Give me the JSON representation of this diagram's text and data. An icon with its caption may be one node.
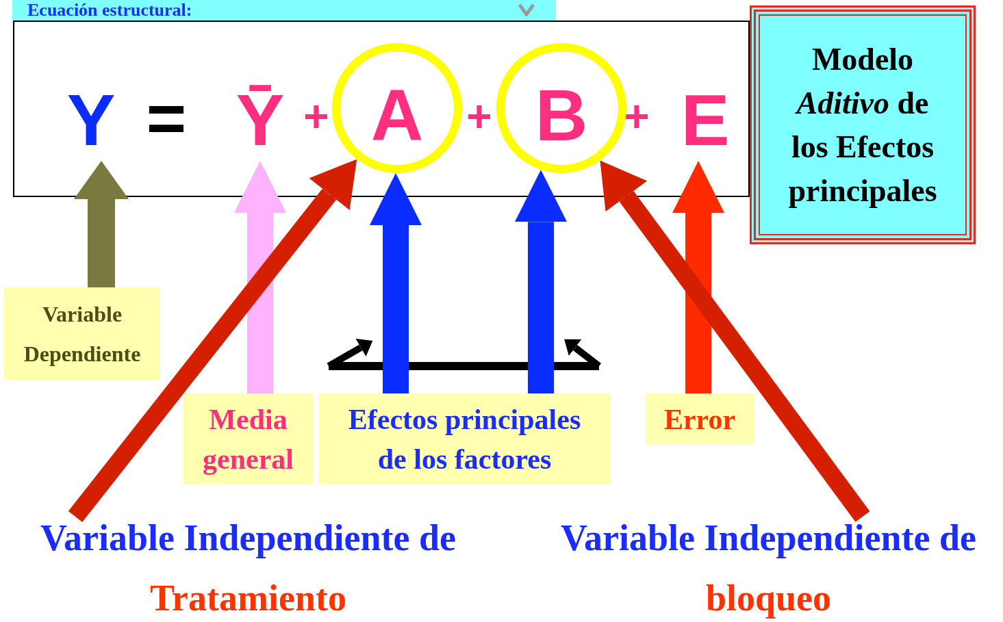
{
  "diagram": {
    "title": "Ecuación estructural:",
    "nodes": [
      {
        "text": [],
        "shape": "box"
      },
      {
        "text": [
          "Y"
        ],
        "in": 0
      },
      {
        "text": [
          "Ȳ"
        ],
        "in": 0
      },
      {
        "text": [
          "A"
        ],
        "in": 0
      },
      {
        "text": [
          "B"
        ],
        "in": 0
      },
      {
        "text": [
          "E"
        ],
        "in": 0
      },
      {
        "text": [
          "Modelo *Aditivo* de los Efectos principales"
        ]
      },
      {
        "text": [
          "Variable Dependiente"
        ]
      },
      {
        "text": [
          "Media general"
        ]
      },
      {
        "text": [
          "Efectos principales de los factores"
        ]
      },
      {
        "text": [
          "Error"
        ]
      },
      {
        "text": [
          "Variable Independiente de Tratamiento"
        ]
      },
      {
        "text": [
          "Variable Independiente de bloqueo"
        ]
      }
    ],
    "edges": [
      {
        "from": 7,
        "to": 1,
        "arrow": "to",
        "color": "#7a7a40"
      },
      {
        "from": 8,
        "to": 2,
        "arrow": "to",
        "color": "#ffb3ff"
      },
      {
        "from": 9,
        "to": 3,
        "arrow": "to",
        "color": "#0a2cff"
      },
      {
        "from": 9,
        "to": 4,
        "arrow": "to",
        "color": "#0a2cff"
      },
      {
        "from": 10,
        "to": 5,
        "arrow": "to",
        "color": "#ff2a00"
      },
      {
        "from": 11,
        "to": 3,
        "arrow": "to",
        "color": "#d42000"
      },
      {
        "from": 12,
        "to": 4,
        "arrow": "to",
        "color": "#d42000"
      }
    ],
    "labels": [
      "=",
      "+",
      "+",
      "+"
    ]
  }
}
